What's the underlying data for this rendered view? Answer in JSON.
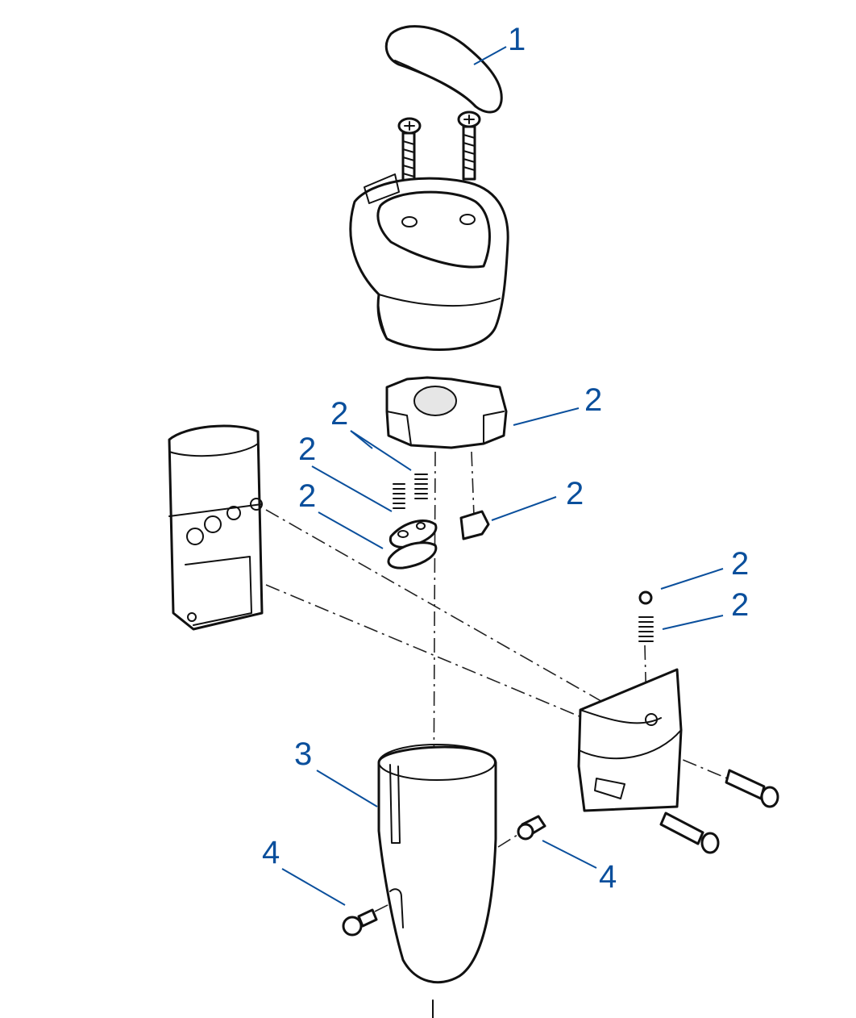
{
  "colors": {
    "callout": "#0a4f9c",
    "line": "#111111",
    "background": "#ffffff"
  },
  "callouts": [
    {
      "id": "c1",
      "text": "1"
    },
    {
      "id": "c2a",
      "text": "2"
    },
    {
      "id": "c2b",
      "text": "2"
    },
    {
      "id": "c2c",
      "text": "2"
    },
    {
      "id": "c2d",
      "text": "2"
    },
    {
      "id": "c2e",
      "text": "2"
    },
    {
      "id": "c2f",
      "text": "2"
    },
    {
      "id": "c2g",
      "text": "2"
    },
    {
      "id": "c3",
      "text": "3"
    },
    {
      "id": "c4a",
      "text": "4"
    },
    {
      "id": "c4b",
      "text": "4"
    }
  ],
  "parts": [
    {
      "name": "knob-cap",
      "callout": "1"
    },
    {
      "name": "knob-housing"
    },
    {
      "name": "shift-mechanism-parts",
      "callout": "2"
    },
    {
      "name": "sleeve",
      "callout": "3"
    },
    {
      "name": "screw",
      "callout": "4"
    }
  ]
}
